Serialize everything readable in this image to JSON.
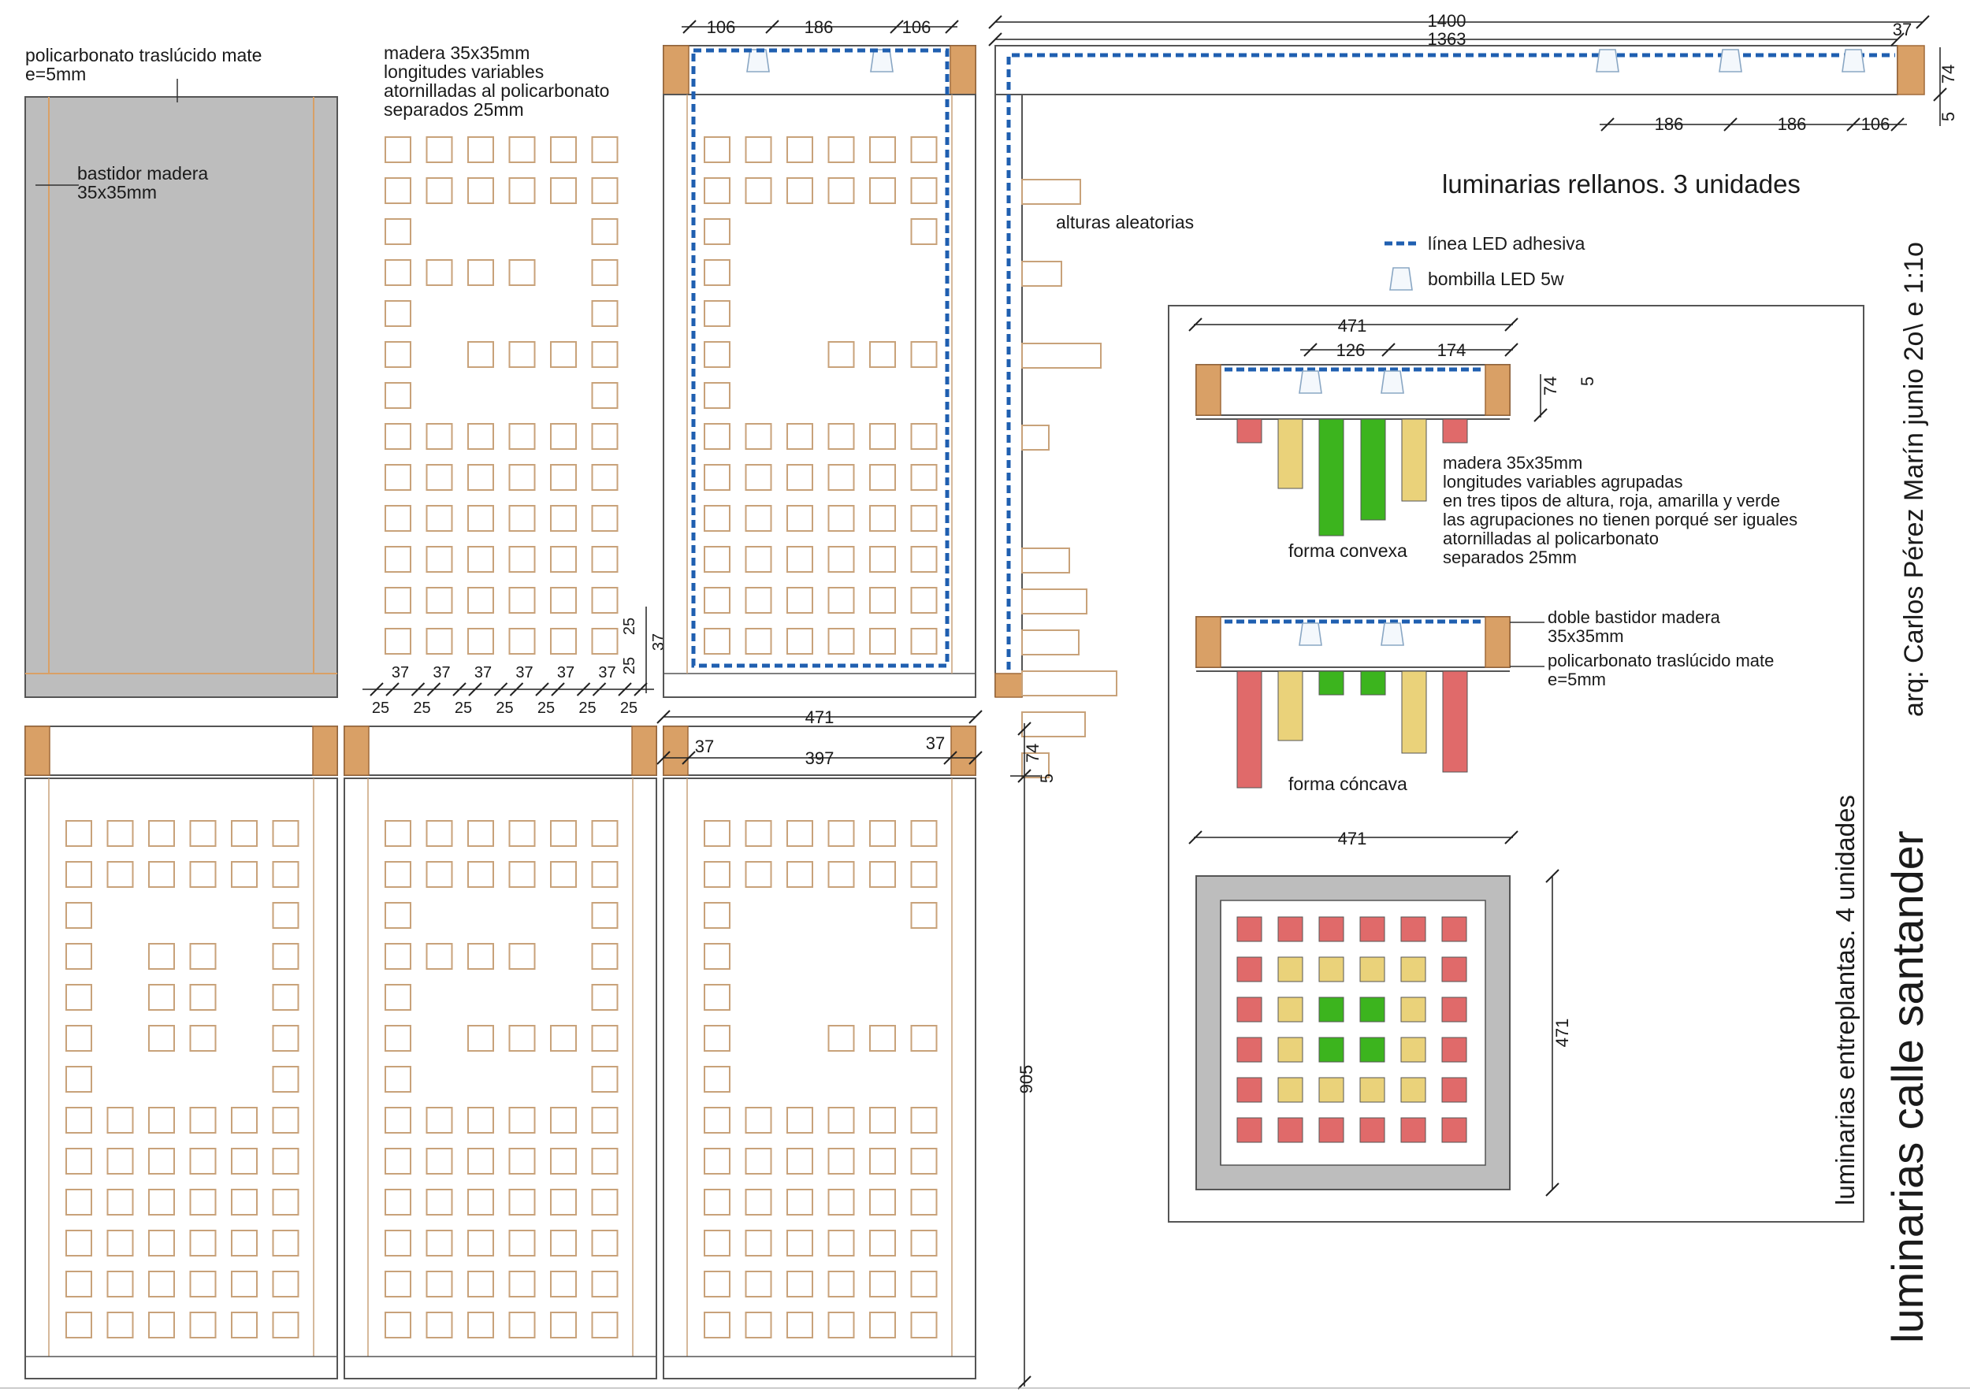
{
  "notes": {
    "panel_left_1": "policarbonato traslúcido mate",
    "panel_left_2": "e=5mm",
    "frame_1": "bastidor madera",
    "frame_2": "35x35mm",
    "wood_1": "madera 35x35mm",
    "wood_2": "longitudes variables",
    "wood_3": "atornilladas al policarbonato",
    "wood_4": "separados 25mm",
    "random_heights": "alturas aleatorias",
    "landing_title": "luminarias rellanos. 3 unidades",
    "legend_led_strip": "línea LED adhesiva",
    "legend_bulb": "bombilla LED 5w",
    "group_1": "madera 35x35mm",
    "group_2": "longitudes variables agrupadas",
    "group_3": "en tres tipos de altura, roja, amarilla y verde",
    "group_4": "las agrupaciones no tienen porqué ser iguales",
    "group_5": "atornilladas al policarbonato",
    "group_6": "separados 25mm",
    "convex": "forma convexa",
    "concave": "forma cóncava",
    "double_frame_1": "doble bastidor madera",
    "double_frame_2": "35x35mm",
    "poly_1": "policarbonato traslúcido mate",
    "poly_2": "e=5mm",
    "floor_title": "luminarias entreplantas. 4 unidades",
    "main_title": "luminarias calle santander",
    "author": "arq: Carlos Pérez Marín junio 2o\\ e 1:1o"
  },
  "dims": {
    "d106": "106",
    "d186": "186",
    "d1400": "1400",
    "d1363": "1363",
    "d37": "37",
    "d74": "74",
    "d5": "5",
    "d471": "471",
    "d126": "126",
    "d174": "174",
    "d397": "397",
    "d905": "905",
    "d25": "25"
  },
  "colors": {
    "wood": "#d9a066",
    "grey": "#bdbdbd",
    "outline": "#c8a27a",
    "led": "#1f5fb0",
    "red": "#e06a6a",
    "yellow": "#ead27a",
    "green": "#3cb41e"
  }
}
